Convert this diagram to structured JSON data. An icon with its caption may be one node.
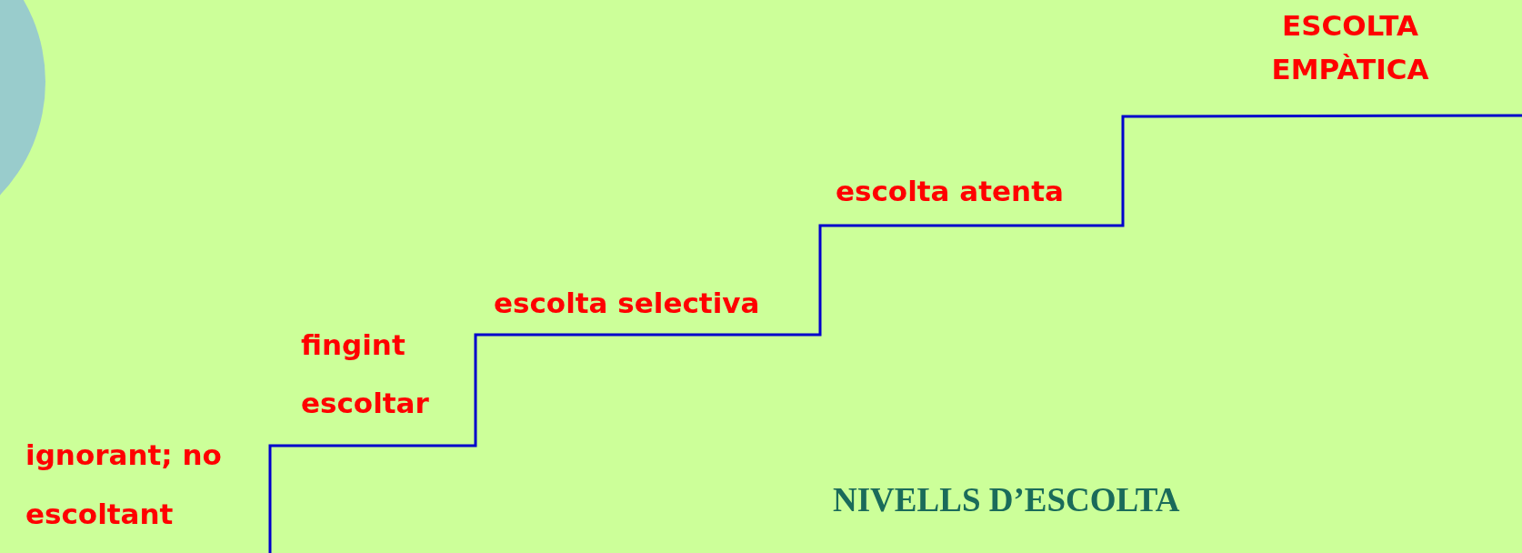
{
  "diagram": {
    "title": "NIVELLS D’ESCOLTA",
    "labels": [
      "ESCOLTA EMPÀTICA",
      "escolta atenta",
      "escolta selectiva",
      "fingint escoltar",
      "ignorant; no escoltant"
    ]
  }
}
